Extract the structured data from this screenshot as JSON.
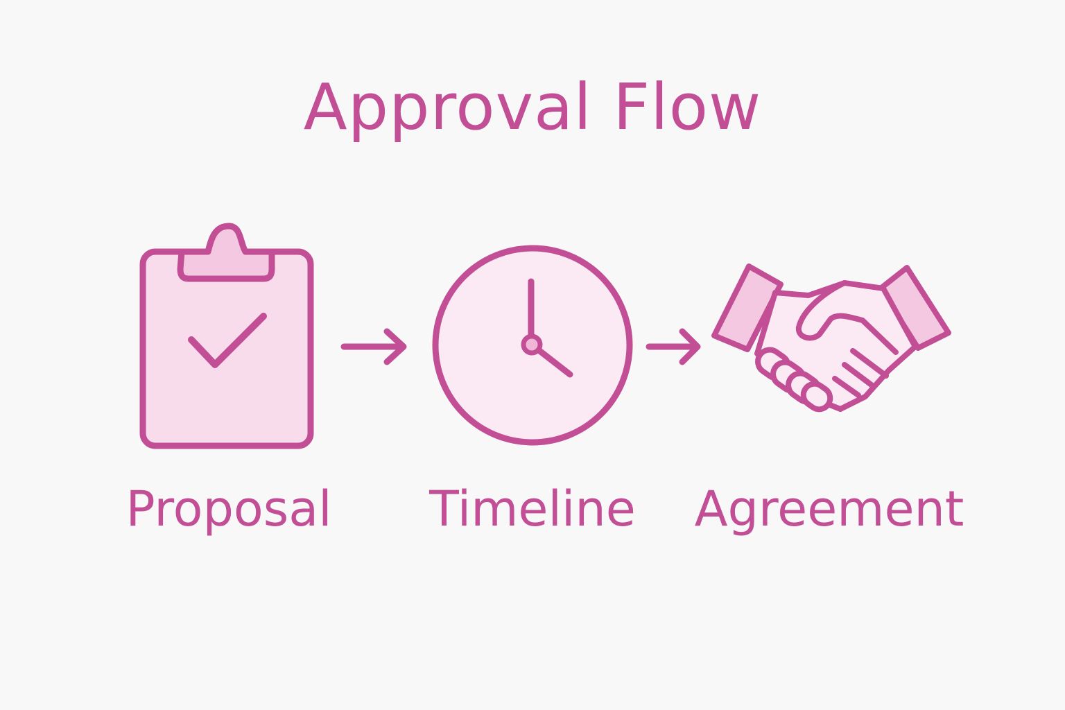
{
  "title": "Approval Flow",
  "steps": [
    {
      "label": "Proposal",
      "icon": "clipboard-check-icon"
    },
    {
      "label": "Timeline",
      "icon": "clock-icon"
    },
    {
      "label": "Agreement",
      "icon": "handshake-icon"
    }
  ],
  "colors": {
    "accent": "#c24e95",
    "fill_light": "#f9dcec",
    "fill_lighter": "#fbeaf3",
    "background": "#f9f8f9"
  }
}
